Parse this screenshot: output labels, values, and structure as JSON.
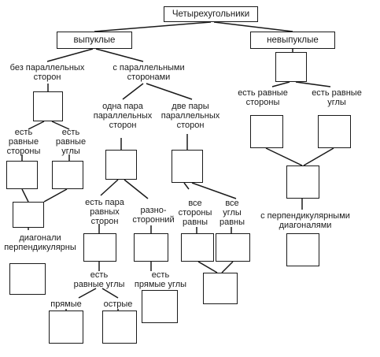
{
  "diagram": {
    "title": "Четырехугольники",
    "convex": "выпуклые",
    "nonconvex": "невыпуклые",
    "no_parallel_sides": "без параллельных\nсторон",
    "with_parallel_sides": "с параллельными\nсторонами",
    "one_pair_parallel": "одна пара\nпараллельных\nсторон",
    "two_pairs_parallel": "две пары\nпараллельных\nсторон",
    "equal_sides_left": "есть\nравные\nстороны",
    "equal_angles_left": "есть\nравные\nуглы",
    "diagonals_perpendicular": "диагонали\nперпендикулярны",
    "equal_pair_sides": "есть пара\nравных\nсторон",
    "scalene": "разно-\nсторонний",
    "equal_angles_trap": "есть\nравные углы",
    "right_angles": "есть\nпрямые углы",
    "right": "прямые",
    "acute": "острые",
    "all_sides_equal": "все\nстороны\nравны",
    "all_angles_equal": "все\nуглы\nравны",
    "nonconvex_equal_sides": "есть равные\nстороны",
    "nonconvex_equal_angles": "есть равные\nуглы",
    "perpendicular_diagonals": "с перпендикулярными\nдиагоналями"
  }
}
